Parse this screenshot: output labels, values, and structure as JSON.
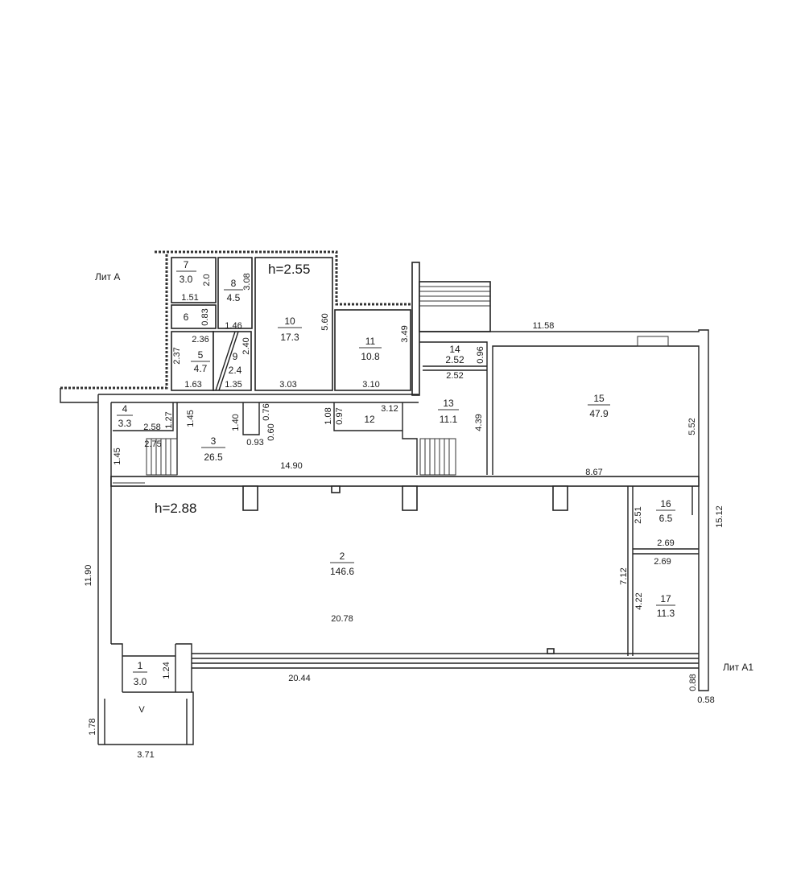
{
  "plan": {
    "labels": {
      "lit_a": "Лит А",
      "lit_a1": "Лит А1",
      "h_upper": "h=2.55",
      "h_lower": "h=2.88"
    },
    "rooms": [
      {
        "no": "1",
        "area": "3.0"
      },
      {
        "no": "2",
        "area": "146.6"
      },
      {
        "no": "3",
        "area": "26.5"
      },
      {
        "no": "4",
        "area": "3.3"
      },
      {
        "no": "5",
        "area": "4.7"
      },
      {
        "no": "6",
        "area": ""
      },
      {
        "no": "7",
        "area": "3.0"
      },
      {
        "no": "8",
        "area": "4.5"
      },
      {
        "no": "9",
        "area": "2.4"
      },
      {
        "no": "10",
        "area": "17.3"
      },
      {
        "no": "11",
        "area": "10.8"
      },
      {
        "no": "12",
        "area": ""
      },
      {
        "no": "13",
        "area": "11.1"
      },
      {
        "no": "14",
        "area": "2.52"
      },
      {
        "no": "15",
        "area": "47.9"
      },
      {
        "no": "16",
        "area": "6.5"
      },
      {
        "no": "17",
        "area": "11.3"
      }
    ],
    "dims": [
      "2.0",
      "1.51",
      "3.08",
      "0.83",
      "1.46",
      "2.36",
      "2.37",
      "2.40",
      "1.63",
      "1.35",
      "5.60",
      "3.03",
      "3.49",
      "3.10",
      "1.45",
      "1.40",
      "0.76",
      "0.60",
      "0.93",
      "1.08",
      "0.97",
      "3.12",
      "1.27",
      "2.58",
      "2.75",
      "1.45",
      "14.90",
      "11.58",
      "0.96",
      "2.52",
      "4.39",
      "5.52",
      "8.67",
      "15.12",
      "2.51",
      "2.69",
      "2.69",
      "7.12",
      "4.22",
      "11.90",
      "20.78",
      "1.24",
      "20.44",
      "0.88",
      "0.58",
      "1.78",
      "3.71",
      "V"
    ]
  }
}
